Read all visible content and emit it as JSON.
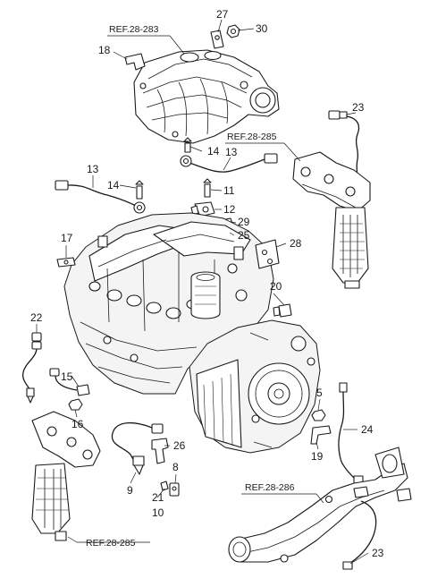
{
  "references": {
    "top_left": "REF.28-283",
    "upper_right": "REF.28-285",
    "lower_right": "REF.28-286",
    "bottom_left": "REF.28-285"
  },
  "callouts": {
    "c27": "27",
    "c30": "30",
    "c18": "18",
    "c23a": "23",
    "c14a": "14",
    "c13a": "13",
    "c13b": "13",
    "c14b": "14",
    "c11": "11",
    "c12": "12",
    "c29": "29",
    "c25": "25",
    "c28": "28",
    "c17": "17",
    "c20": "20",
    "c22": "22",
    "c15": "15",
    "c16": "16",
    "c5": "5",
    "c24": "24",
    "c19": "19",
    "c26": "26",
    "c8": "8",
    "c9": "9",
    "c21": "21",
    "c10": "10",
    "c23b": "23"
  }
}
